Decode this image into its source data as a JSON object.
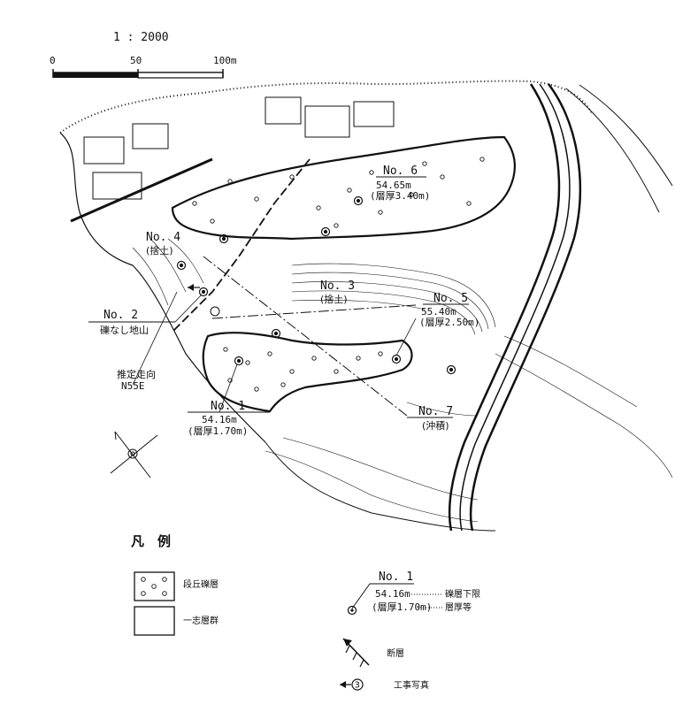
{
  "scale": {
    "ratio": "1 : 2000",
    "ticks": [
      "0",
      "50",
      "100m"
    ]
  },
  "boreholes": [
    {
      "id": "No. 1",
      "elevation": "54.16m",
      "thickness": "(層厚1.70m)"
    },
    {
      "id": "No. 2",
      "note": "礫なし地山"
    },
    {
      "id": "No. 3",
      "note": "(捨土)"
    },
    {
      "id": "No. 4",
      "note": "(捨土)"
    },
    {
      "id": "No. 5",
      "elevation": "55.40m",
      "thickness": "(層厚2.50m)"
    },
    {
      "id": "No. 6",
      "elevation": "54.65m",
      "thickness": "(層厚3.40m)"
    },
    {
      "id": "No. 7",
      "note": "(沖積)"
    }
  ],
  "fault": {
    "label": "推定走向",
    "strike": "N55E"
  },
  "legend": {
    "title": "凡　例",
    "gravel": "段丘礫層",
    "ichishi": "一志層群",
    "example_id": "No. 1",
    "example_elevation": "54.16m",
    "example_thickness": "(層厚1.70m)",
    "gravel_base": "礫層下限",
    "thickness_label": "層厚等",
    "fault_label": "断層",
    "photo_label": "工事写真",
    "photo_number": "3"
  }
}
